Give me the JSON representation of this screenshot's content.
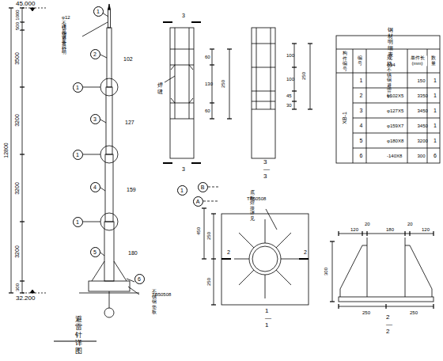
{
  "diagram": {
    "nodes": [
      {
        "text": [
          "1"
        ]
      },
      {
        "text": [
          "2"
        ]
      },
      {
        "text": [
          "3"
        ]
      },
      {
        "text": [
          "4"
        ]
      },
      {
        "text": [
          "5"
        ]
      },
      {
        "text": [
          "6"
        ]
      },
      {
        "text": [
          "1"
        ]
      },
      {
        "text": [
          "1"
        ]
      },
      {
        "text": [
          "1"
        ]
      },
      {
        "text": [
          "1"
        ]
      },
      {
        "text": [
          "B"
        ]
      },
      {
        "text": [
          "A"
        ]
      }
    ],
    "labels": [
      "45.000",
      "32.200",
      "1000",
      "500",
      "3500",
      "3200",
      "3200",
      "3200",
      "300",
      "12800",
      "φ12不锈钢避雷针",
      "详见设备说明",
      "102",
      "127",
      "159",
      "180",
      "TB50508",
      "不锈钢垫板",
      "避雷针详图",
      "3",
      "3",
      "焊缝",
      "60",
      "130",
      "60",
      "250",
      "100",
      "100",
      "45",
      "30",
      "250",
      "3—3",
      "钢材明细表",
      "构件编号",
      "编号",
      "规 格",
      "单件长 (mm)",
      "数量",
      "XB-1",
      "1",
      "φ94不锈钢避雷针",
      "150",
      "1",
      "2",
      "φ102X5",
      "3350",
      "1",
      "3",
      "φ127X5",
      "3450",
      "1",
      "4",
      "φ159X7",
      "3450",
      "1",
      "5",
      "φ180X8",
      "3200",
      "1",
      "6",
      "-140X8",
      "300",
      "6",
      "TB50508",
      "底板焊接详见",
      "450",
      "250",
      "250",
      "2",
      "2",
      "1—1",
      "120",
      "20",
      "180",
      "20",
      "120",
      "300",
      "250",
      "250",
      "2—2"
    ]
  }
}
